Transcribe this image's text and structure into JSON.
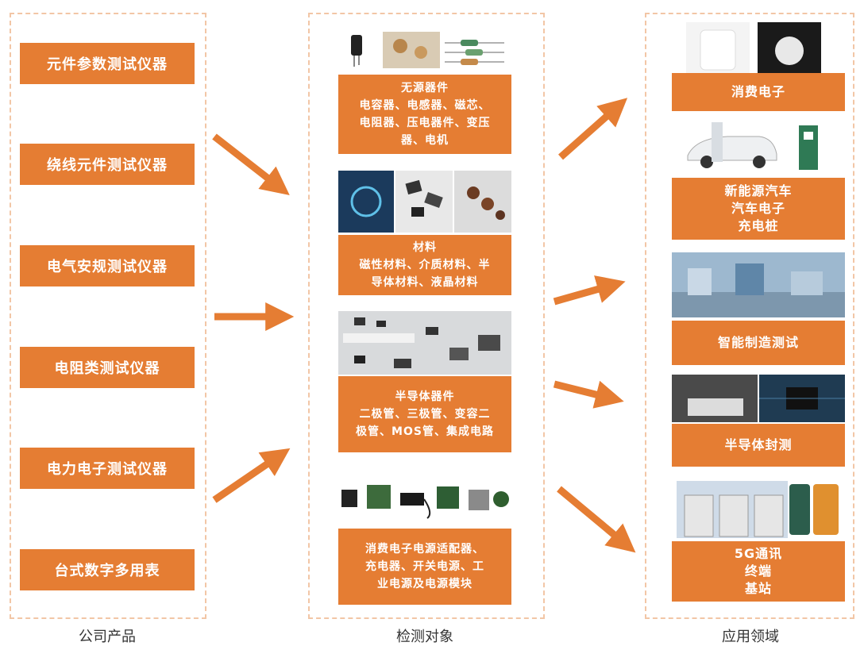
{
  "columns": {
    "products_label": "公司产品",
    "objects_label": "检测对象",
    "applications_label": "应用领域"
  },
  "products": [
    "元件参数测试仪器",
    "绕线元件测试仪器",
    "电气安规测试仪器",
    "电阻类测试仪器",
    "电力电子测试仪器",
    "台式数字多用表"
  ],
  "objects": [
    {
      "title": "无源器件",
      "lines": [
        "电容器、电感器、磁芯、",
        "电阻器、压电器件、变压",
        "器、电机"
      ]
    },
    {
      "title": "材料",
      "lines": [
        "磁性材料、介质材料、半",
        "导体材料、液晶材料"
      ]
    },
    {
      "title": "半导体器件",
      "lines": [
        "二极管、三极管、变容二",
        "极管、MOS管、集成电路"
      ]
    },
    {
      "title": "",
      "lines": [
        "消费电子电源适配器、",
        "充电器、开关电源、工",
        "业电源及电源模块"
      ]
    }
  ],
  "applications": [
    {
      "lines": [
        "消费电子"
      ]
    },
    {
      "lines": [
        "新能源汽车",
        "汽车电子",
        "充电桩"
      ]
    },
    {
      "lines": [
        "智能制造测试"
      ]
    },
    {
      "lines": [
        "半导体封测"
      ]
    },
    {
      "lines": [
        "5G通讯",
        "终端",
        "基站"
      ]
    }
  ],
  "colors": {
    "accent": "#e57d33",
    "frame": "#f2c6a6"
  }
}
